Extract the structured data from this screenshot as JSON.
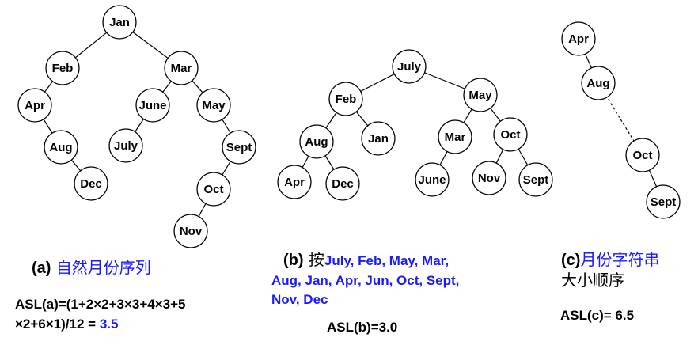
{
  "colors": {
    "accent": "#1a1aff",
    "text": "#000000"
  },
  "trees": {
    "a": {
      "nodes": [
        {
          "id": "a-jan",
          "label": "Jan"
        },
        {
          "id": "a-feb",
          "label": "Feb"
        },
        {
          "id": "a-mar",
          "label": "Mar"
        },
        {
          "id": "a-apr",
          "label": "Apr"
        },
        {
          "id": "a-aug",
          "label": "Aug"
        },
        {
          "id": "a-dec",
          "label": "Dec"
        },
        {
          "id": "a-june",
          "label": "June"
        },
        {
          "id": "a-july",
          "label": "July"
        },
        {
          "id": "a-may",
          "label": "May"
        },
        {
          "id": "a-sept",
          "label": "Sept"
        },
        {
          "id": "a-oct",
          "label": "Oct"
        },
        {
          "id": "a-nov",
          "label": "Nov"
        }
      ],
      "edges": [
        [
          "a-jan",
          "a-feb"
        ],
        [
          "a-jan",
          "a-mar"
        ],
        [
          "a-feb",
          "a-apr"
        ],
        [
          "a-apr",
          "a-aug"
        ],
        [
          "a-aug",
          "a-dec"
        ],
        [
          "a-mar",
          "a-june"
        ],
        [
          "a-mar",
          "a-may"
        ],
        [
          "a-june",
          "a-july"
        ],
        [
          "a-may",
          "a-sept"
        ],
        [
          "a-sept",
          "a-oct"
        ],
        [
          "a-oct",
          "a-nov"
        ]
      ]
    },
    "b": {
      "nodes": [
        {
          "id": "b-july",
          "label": "July"
        },
        {
          "id": "b-feb",
          "label": "Feb"
        },
        {
          "id": "b-may",
          "label": "May"
        },
        {
          "id": "b-aug",
          "label": "Aug"
        },
        {
          "id": "b-jan",
          "label": "Jan"
        },
        {
          "id": "b-apr",
          "label": "Apr"
        },
        {
          "id": "b-dec",
          "label": "Dec"
        },
        {
          "id": "b-mar",
          "label": "Mar"
        },
        {
          "id": "b-oct",
          "label": "Oct"
        },
        {
          "id": "b-june",
          "label": "June"
        },
        {
          "id": "b-nov",
          "label": "Nov"
        },
        {
          "id": "b-sept",
          "label": "Sept"
        }
      ],
      "edges": [
        [
          "b-july",
          "b-feb"
        ],
        [
          "b-july",
          "b-may"
        ],
        [
          "b-feb",
          "b-aug"
        ],
        [
          "b-feb",
          "b-jan"
        ],
        [
          "b-aug",
          "b-apr"
        ],
        [
          "b-aug",
          "b-dec"
        ],
        [
          "b-may",
          "b-mar"
        ],
        [
          "b-may",
          "b-oct"
        ],
        [
          "b-mar",
          "b-june"
        ],
        [
          "b-oct",
          "b-nov"
        ],
        [
          "b-oct",
          "b-sept"
        ]
      ]
    },
    "c": {
      "nodes": [
        {
          "id": "c-apr",
          "label": "Apr"
        },
        {
          "id": "c-aug",
          "label": "Aug"
        },
        {
          "id": "c-oct",
          "label": "Oct"
        },
        {
          "id": "c-sept",
          "label": "Sept"
        }
      ],
      "edges": [
        [
          "c-apr",
          "c-aug"
        ],
        [
          "c-aug",
          "c-oct",
          "dashed"
        ],
        [
          "c-oct",
          "c-sept"
        ]
      ]
    }
  },
  "captions": {
    "a": {
      "tag": "(a)",
      "text": "自然月份序列"
    },
    "b": {
      "tag": "(b)",
      "prefix": "按",
      "seq1": "July, Feb, May, Mar,",
      "seq2": "Aug, Jan, Apr, Jun, Oct, Sept,",
      "seq3": "Nov, Dec"
    },
    "c": {
      "tag": "(c)",
      "text1": "月份字符串",
      "text2": "大小顺序"
    }
  },
  "asl": {
    "a_line1": "ASL(a)=(1+2×2+3×3+4×3+5",
    "a_line2": "×2+6×1)/12 = ",
    "a_value": "3.5",
    "b": "ASL(b)=3.0",
    "c": "ASL(c)= 6.5"
  }
}
